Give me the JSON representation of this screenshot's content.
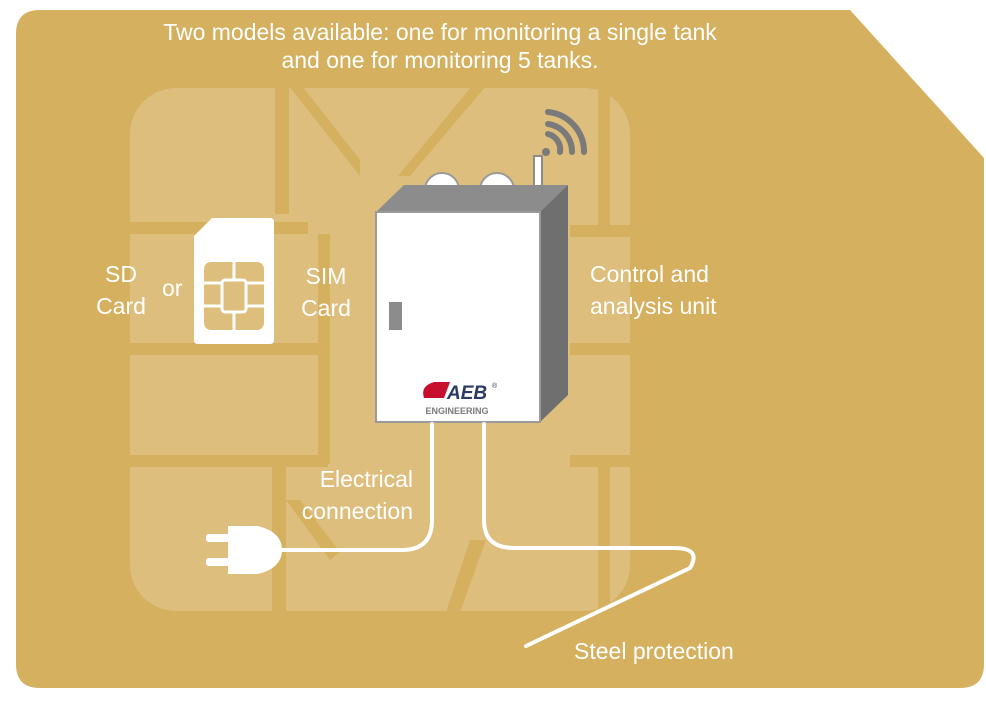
{
  "header": {
    "line1": "Two models available: one for monitoring a single tank",
    "line2": "and one for monitoring 5 tanks."
  },
  "labels": {
    "sd_line1": "SD",
    "sd_line2": "Card",
    "or": "or",
    "sim_line1": "SIM",
    "sim_line2": "Card",
    "control_line1": "Control and",
    "control_line2": "analysis unit",
    "electrical_line1": "Electrical",
    "electrical_line2": "connection",
    "steel": "Steel protection"
  },
  "logo": {
    "brand": "AEB",
    "sub": "ENGINEERING",
    "mark": "®"
  },
  "colors": {
    "card_gold": "#d4b05f",
    "chip_light": "#ddbe7d",
    "box_front": "#ffffff",
    "box_side": "#7a7a7a",
    "box_top": "#8c8c8c",
    "brand_red": "#c8102e",
    "brand_navy": "#2a3a63",
    "cable": "#ffffff",
    "text": "#ffffff"
  },
  "icons": [
    "sim-card-icon",
    "wifi-signal-icon",
    "power-plug-icon",
    "aeb-logo"
  ]
}
